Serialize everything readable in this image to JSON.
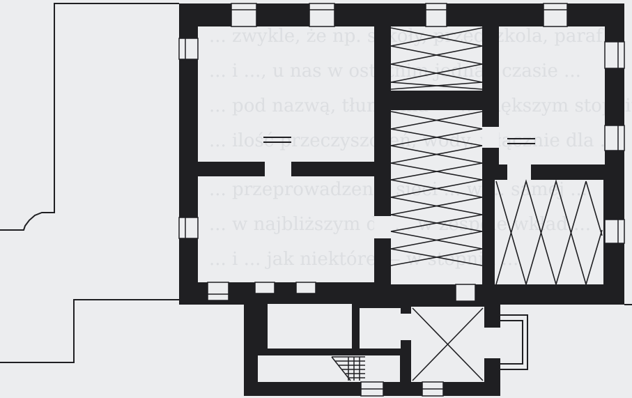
{
  "diagram": {
    "kind": "architectural floor plan",
    "colors": {
      "paper": "#ecedef",
      "wall": "#1f1f22",
      "line": "#1f1f22",
      "background_text": "#cfd2d7"
    },
    "background_text_lines": [
      "... zwykle, że np. szkoły, przedszkola, paraf...",
      "... i ..., u nas w ostatnim jednak czasie ...",
      "... pod nazwą, tłumienia — w większym stopniu pr...",
      "... ilość przeczyszczeń, wody, włącznie dla ...",
      "... przeprowadzenia sieci ... w ... samej ...",
      "... w najbliższym do ... w zespole wkład ...",
      "... i ... jak niektóre — w stopniu ..."
    ]
  }
}
